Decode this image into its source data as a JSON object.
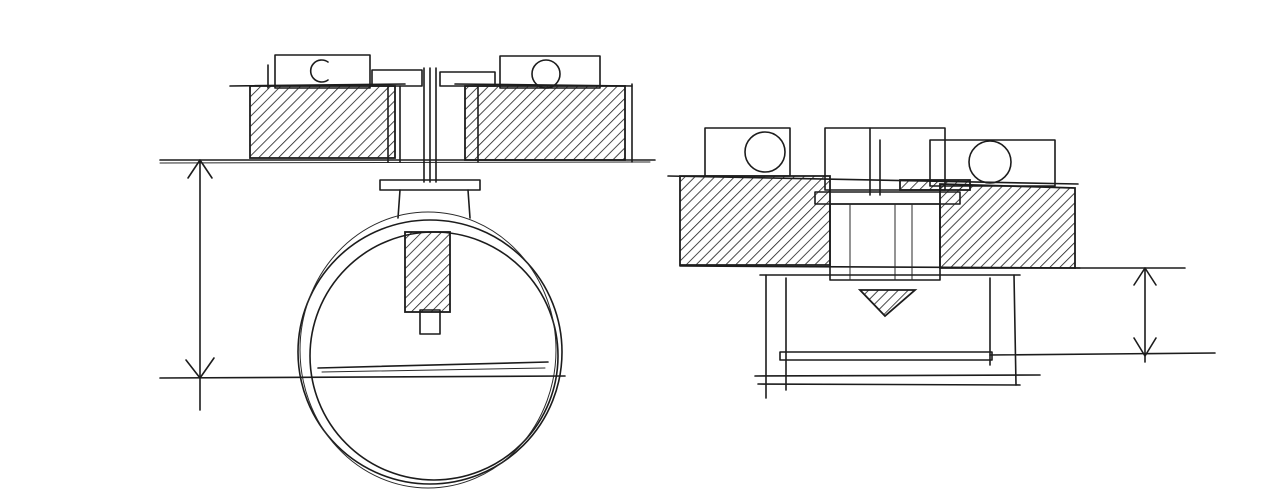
{
  "drawing": {
    "style": "hand-drawn pen sketch",
    "colors": {
      "ink": "#1c1c1c",
      "paper": "#ffffff"
    },
    "views": [
      "side-section-left",
      "side-section-right"
    ]
  }
}
